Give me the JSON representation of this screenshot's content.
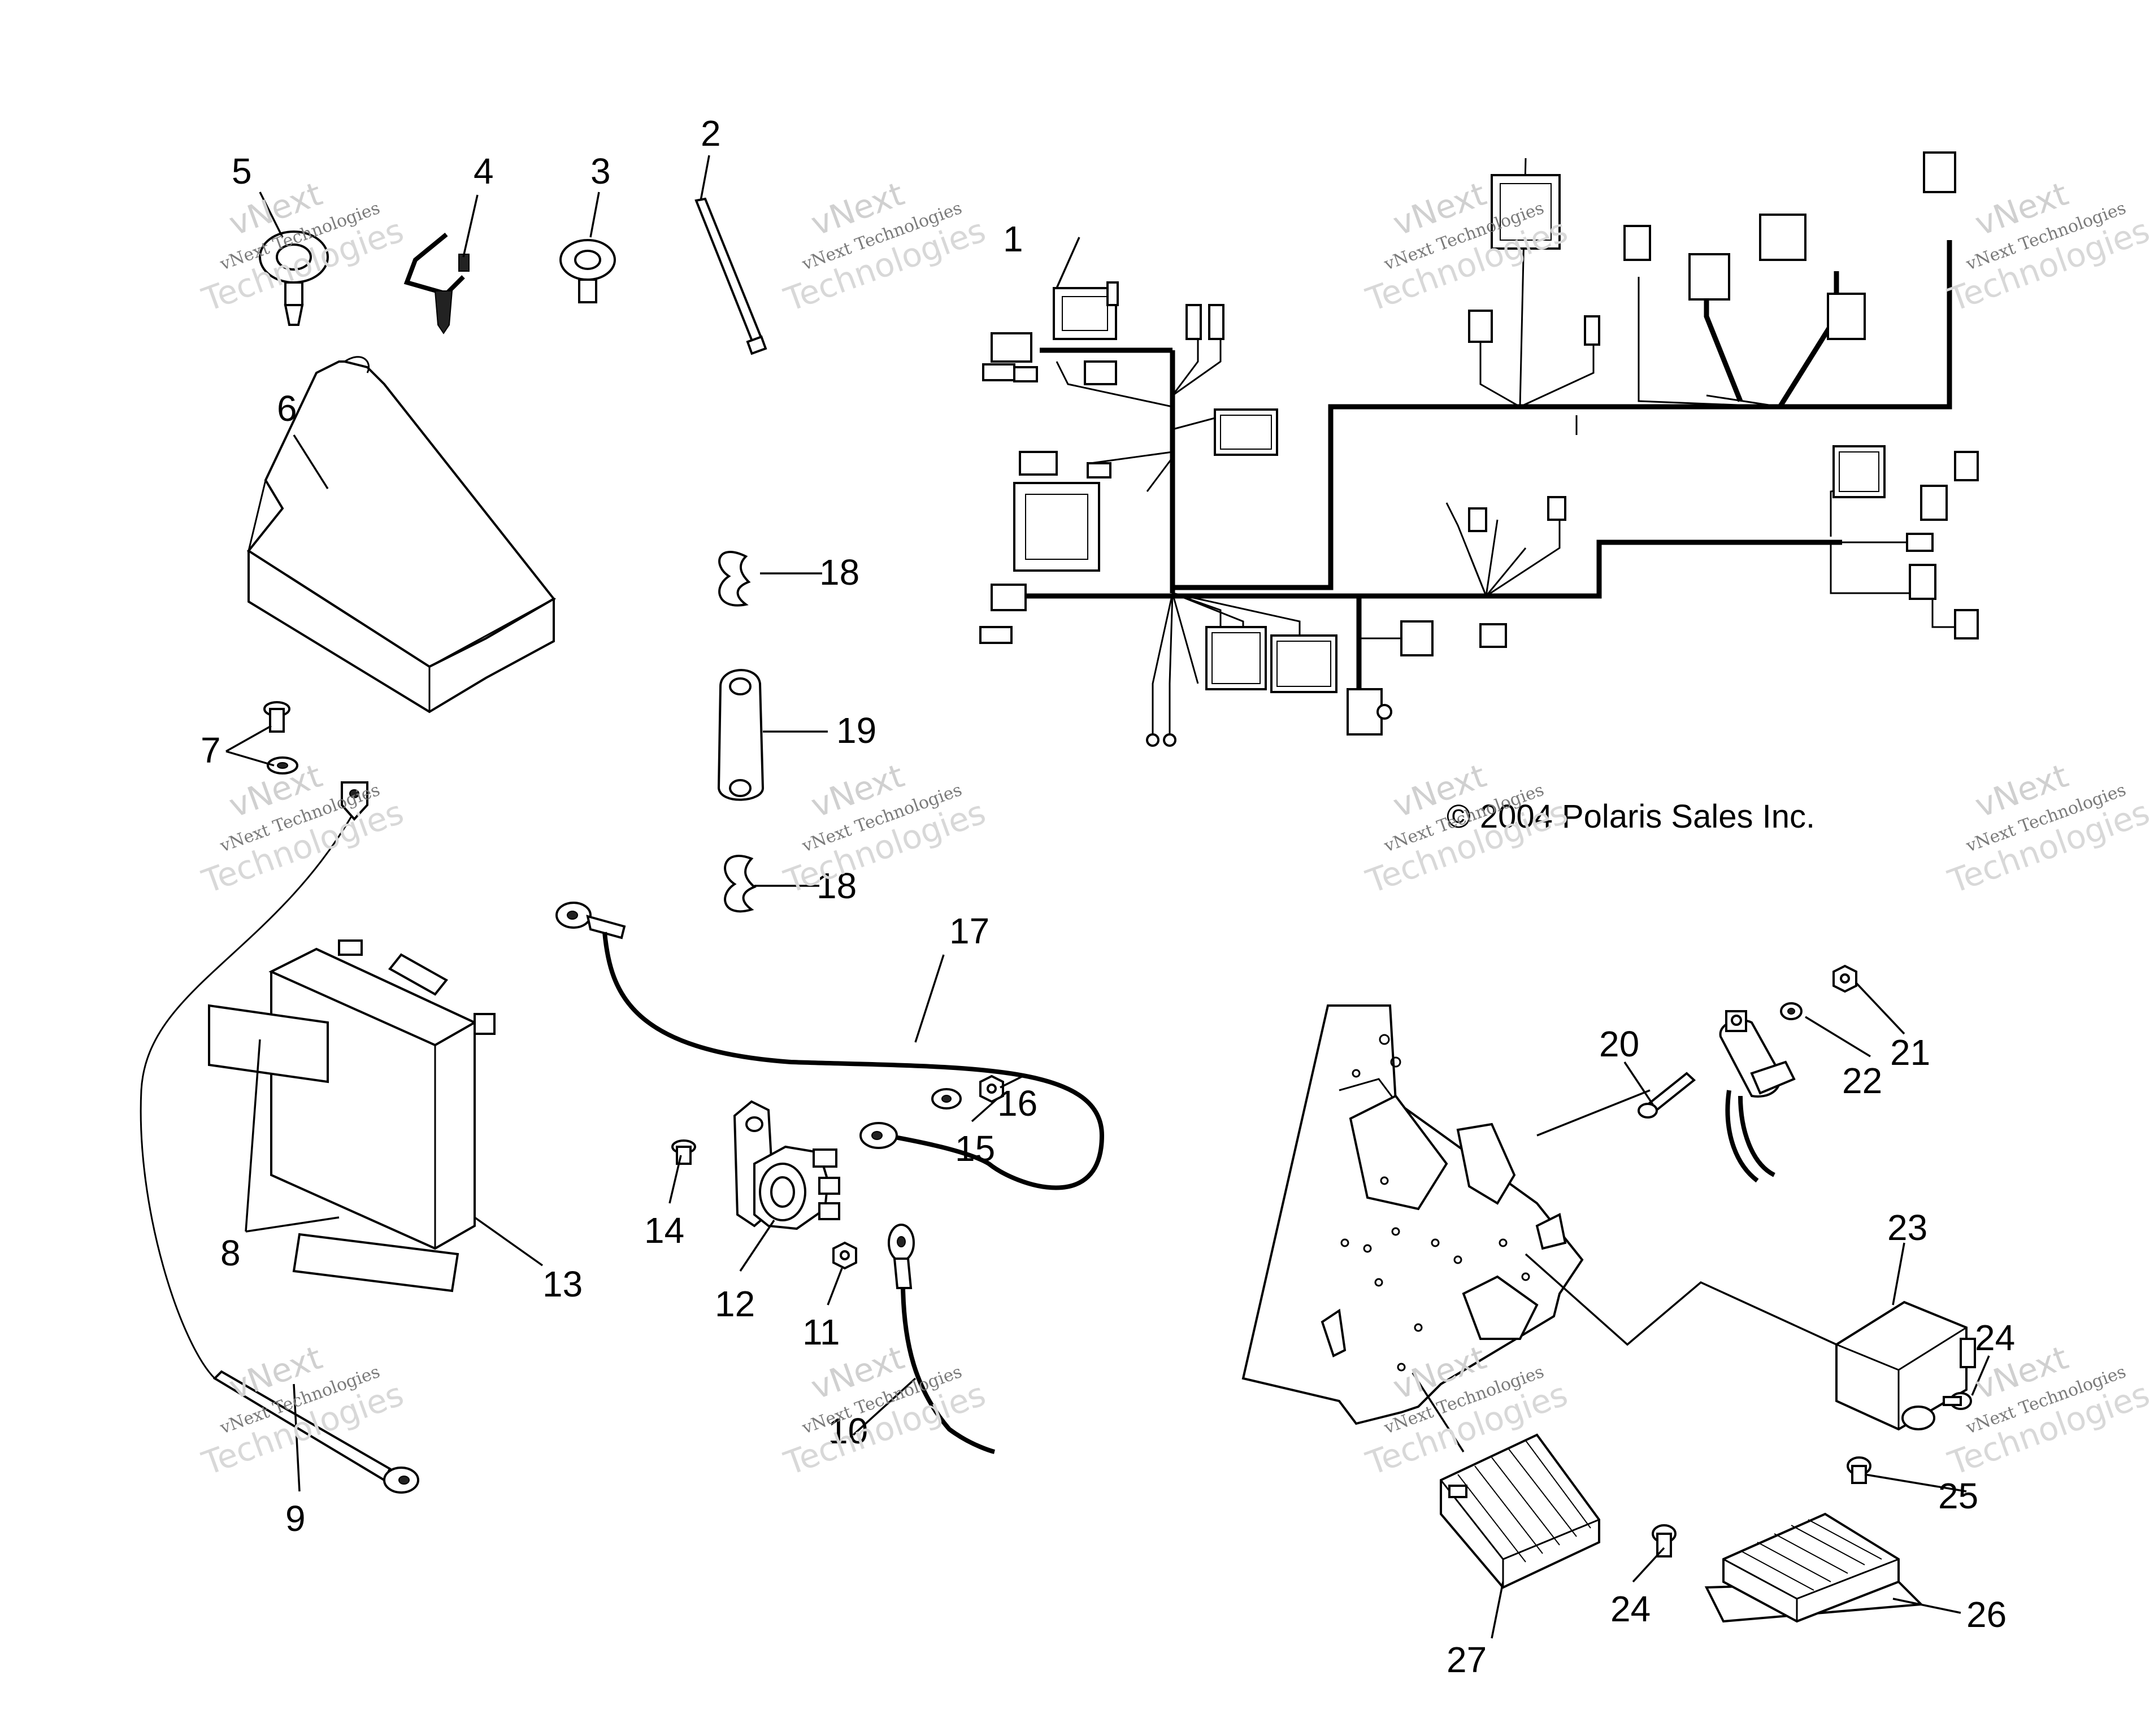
{
  "copyright": "© 2004 Polaris Sales Inc.",
  "watermark": {
    "line1": "vNext",
    "line2": "vNext Technologies",
    "line3": "Technologies"
  },
  "callouts": {
    "c1": "1",
    "c2": "2",
    "c3": "3",
    "c4": "4",
    "c5": "5",
    "c6": "6",
    "c7": "7",
    "c8": "8",
    "c9": "9",
    "c10": "10",
    "c11": "11",
    "c12": "12",
    "c13": "13",
    "c14": "14",
    "c15": "15",
    "c16": "16",
    "c17": "17",
    "c18a": "18",
    "c18b": "18",
    "c19": "19",
    "c20": "20",
    "c21": "21",
    "c22": "22",
    "c23": "23",
    "c24a": "24",
    "c24b": "24",
    "c25": "25",
    "c26": "26",
    "c27": "27"
  }
}
